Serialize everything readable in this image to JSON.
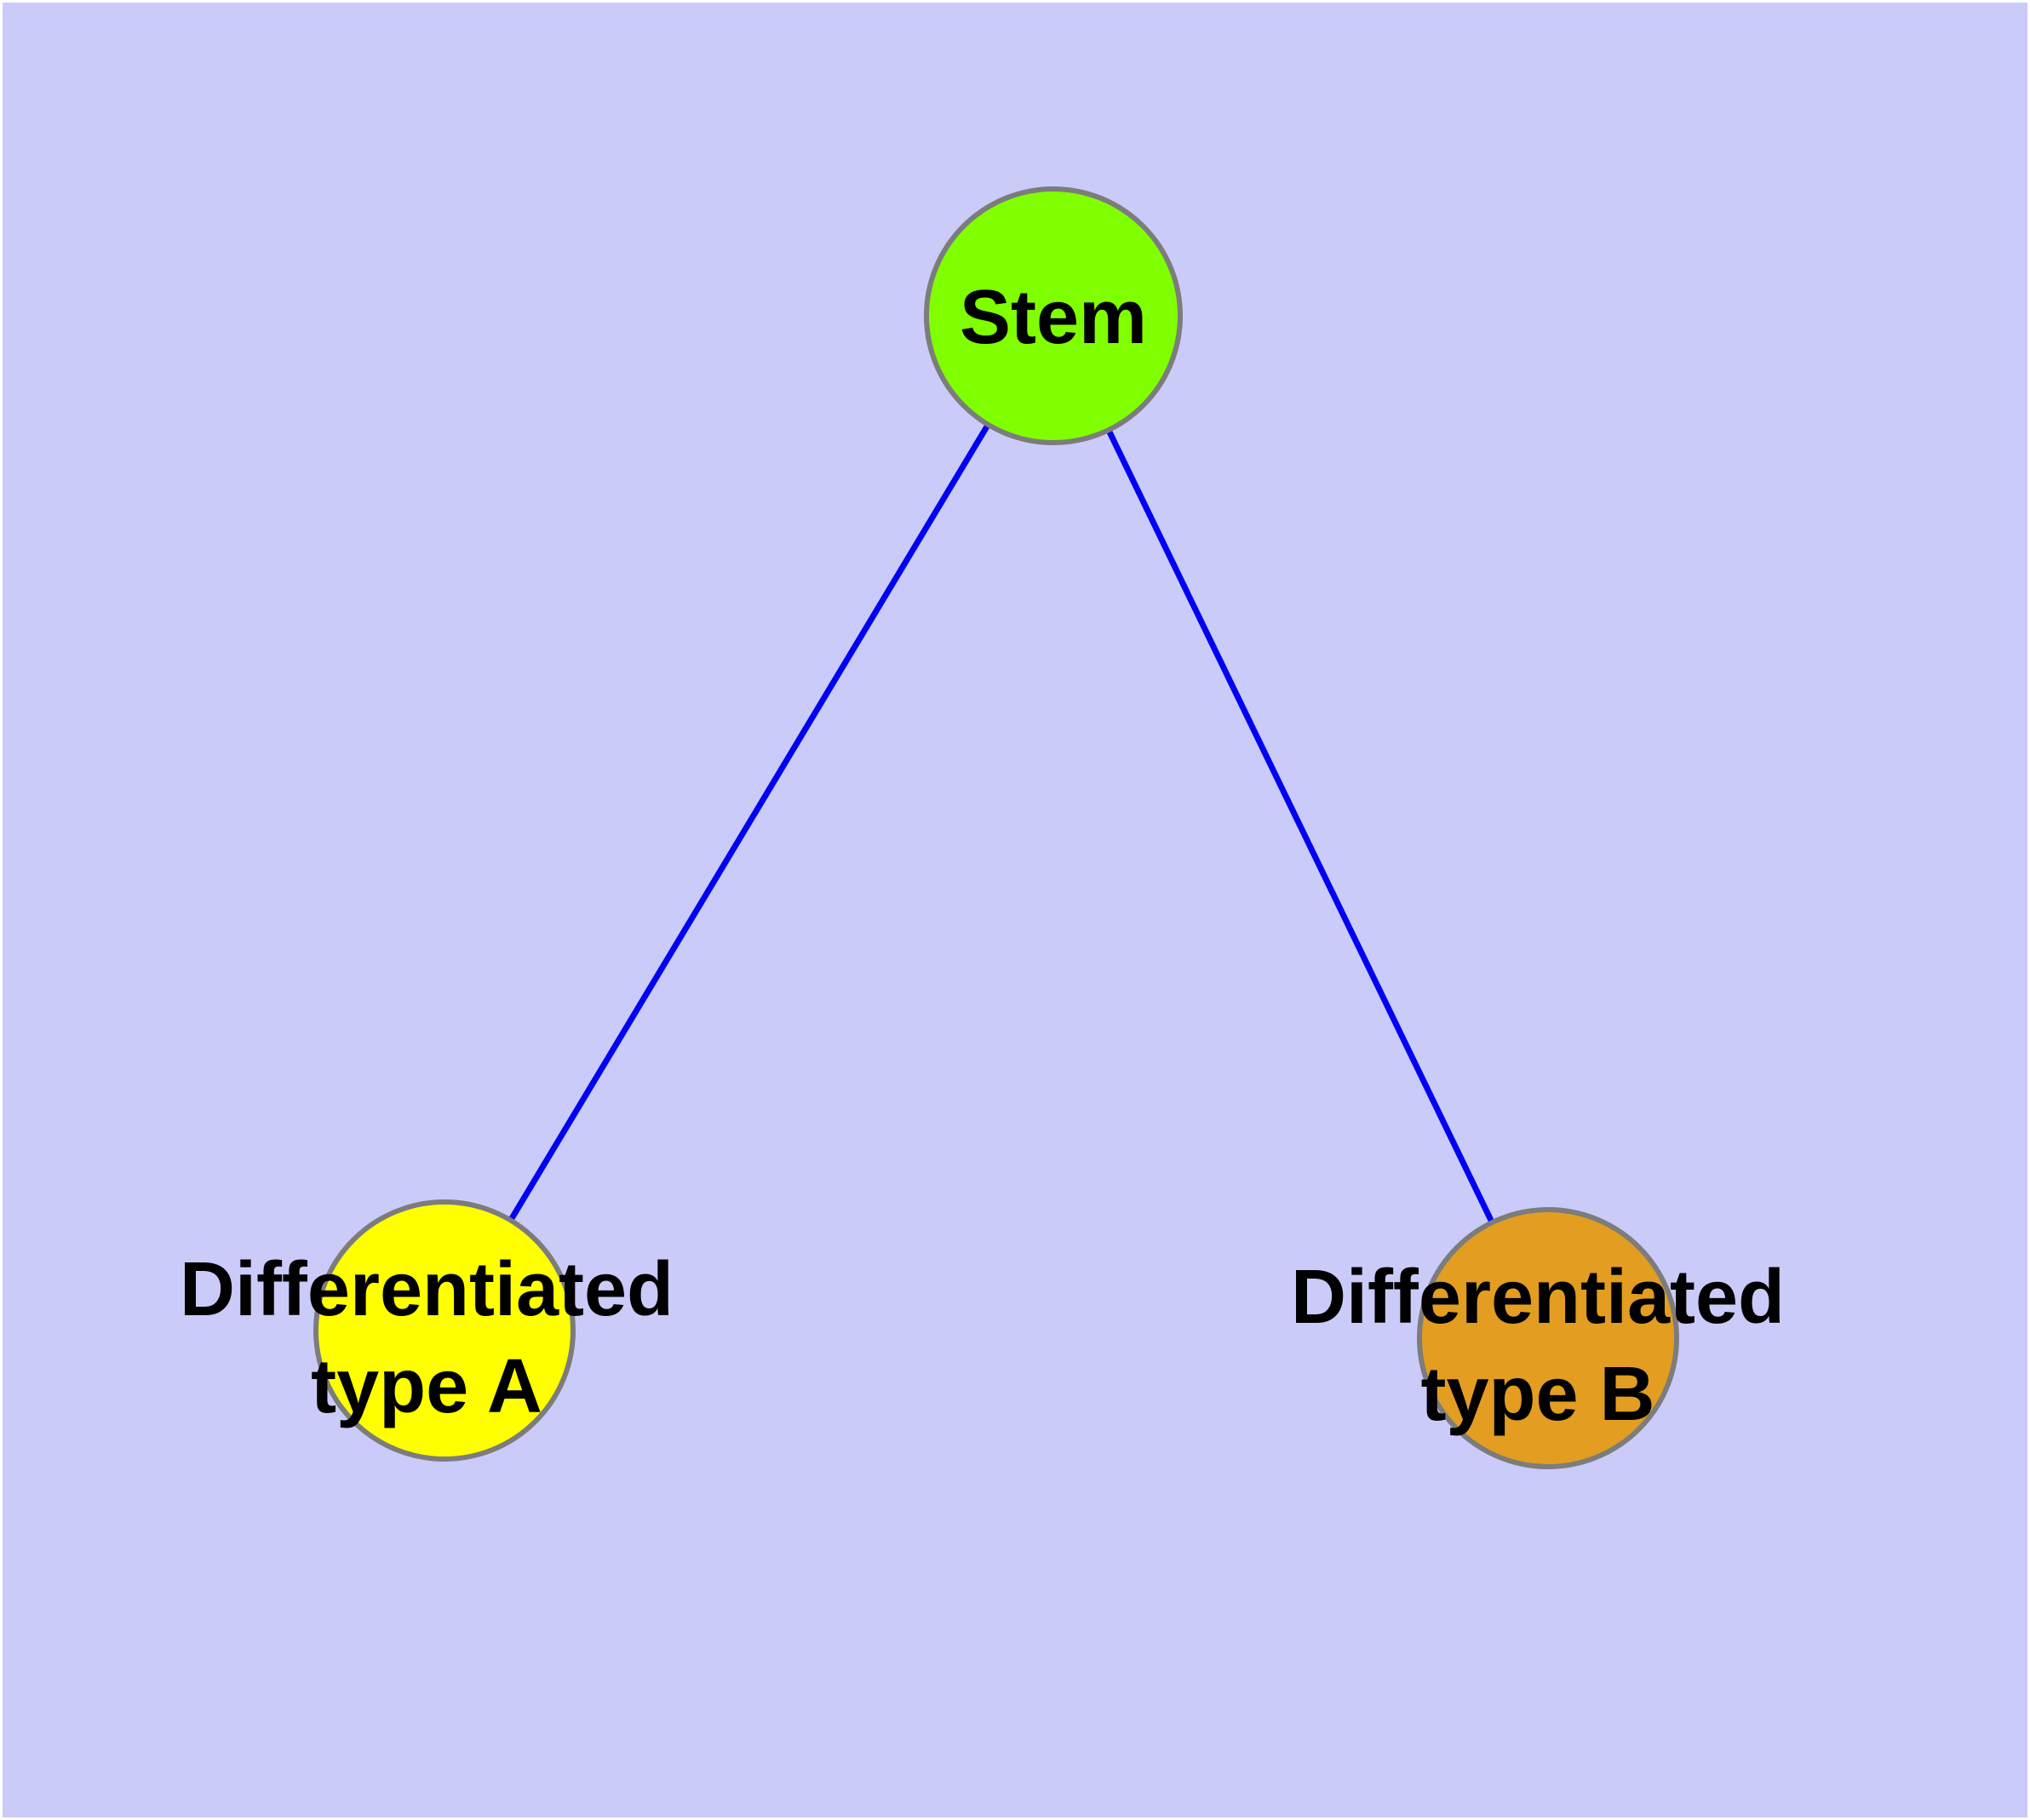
{
  "canvas": {
    "background_color": "#CBCBF9",
    "margin_color": "#FFFFFF"
  },
  "graph": {
    "type": "node-link-diagram",
    "edge_color": "#0000F5",
    "edge_width": 7,
    "node_border_color": "#7C7C7C",
    "node_border_width": 6,
    "label_color": "#000000",
    "nodes": [
      {
        "id": "stem",
        "label": "Stem",
        "line1": "Stem",
        "fill": "#7FFF00"
      },
      {
        "id": "differentiated-type-a",
        "label": "Differentiated type A",
        "line1": "Differentiated",
        "line2": "type A",
        "fill": "#FFFF00"
      },
      {
        "id": "differentiated-type-b",
        "label": "Differentiated type B",
        "line1": "Differentiated",
        "line2": "type B",
        "fill": "#E39D21"
      }
    ],
    "edges": [
      {
        "from": "Stem",
        "to": "Differentiated type A"
      },
      {
        "from": "Stem",
        "to": "Differentiated type B"
      }
    ]
  }
}
